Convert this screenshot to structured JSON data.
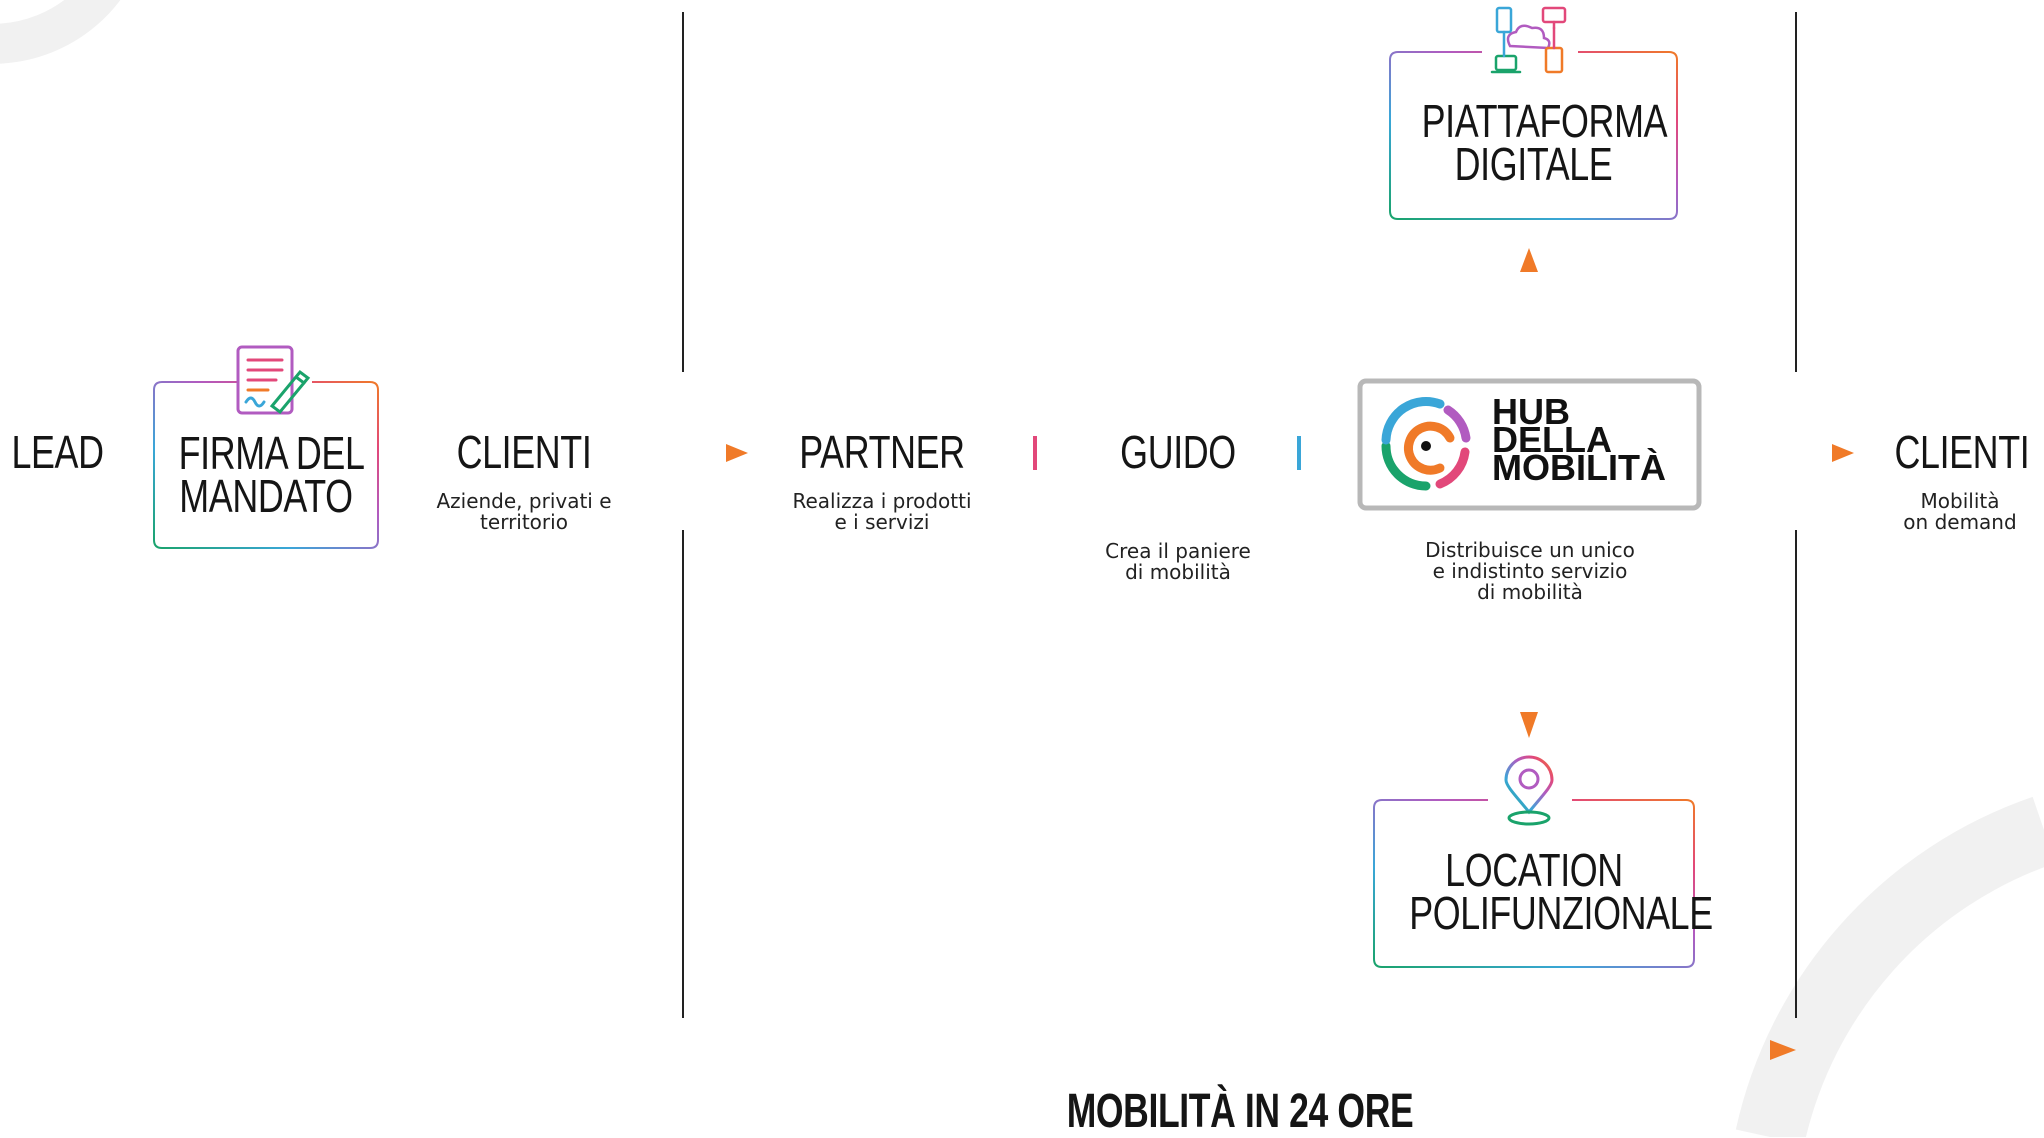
{
  "stages": {
    "lead": {
      "label": "LEAD"
    },
    "firma": {
      "label_line1": "FIRMA DEL",
      "label_line2": "MANDATO"
    },
    "clienti_left": {
      "label": "CLIENTI",
      "desc": "Aziende, privati e\nterritorio"
    },
    "partner": {
      "label": "PARTNER",
      "desc": "Realizza i prodotti\ne i servizi"
    },
    "guido": {
      "label": "GUIDO",
      "desc": "Crea il paniere\ndi mobilità"
    },
    "hub": {
      "logo_line1": "HUB",
      "logo_line2": "DELLA",
      "logo_line3": "MOBILITÀ",
      "desc": "Distribuisce un unico\ne indistinto servizio\ndi mobilità"
    },
    "clienti_right": {
      "label": "CLIENTI",
      "desc": "Mobilità\non demand"
    }
  },
  "piattaforma": {
    "line1": "PIATTAFORMA",
    "line2": "DIGITALE",
    "icon": "cloud-network-icon"
  },
  "location": {
    "line1": "LOCATION",
    "line2": "POLIFUNZIONALE",
    "icon": "map-pin-icon"
  },
  "firma_icon": "signed-document-icon",
  "plus_sign": "+",
  "footer": {
    "label": "MOBILITÀ IN 24 ORE"
  },
  "colors": {
    "green": "#1aa36b",
    "blue": "#3aa6d8",
    "purple": "#b15bc0",
    "pink": "#e2487a",
    "orange": "#f07a28",
    "hub_border": "#b8b8b8"
  }
}
